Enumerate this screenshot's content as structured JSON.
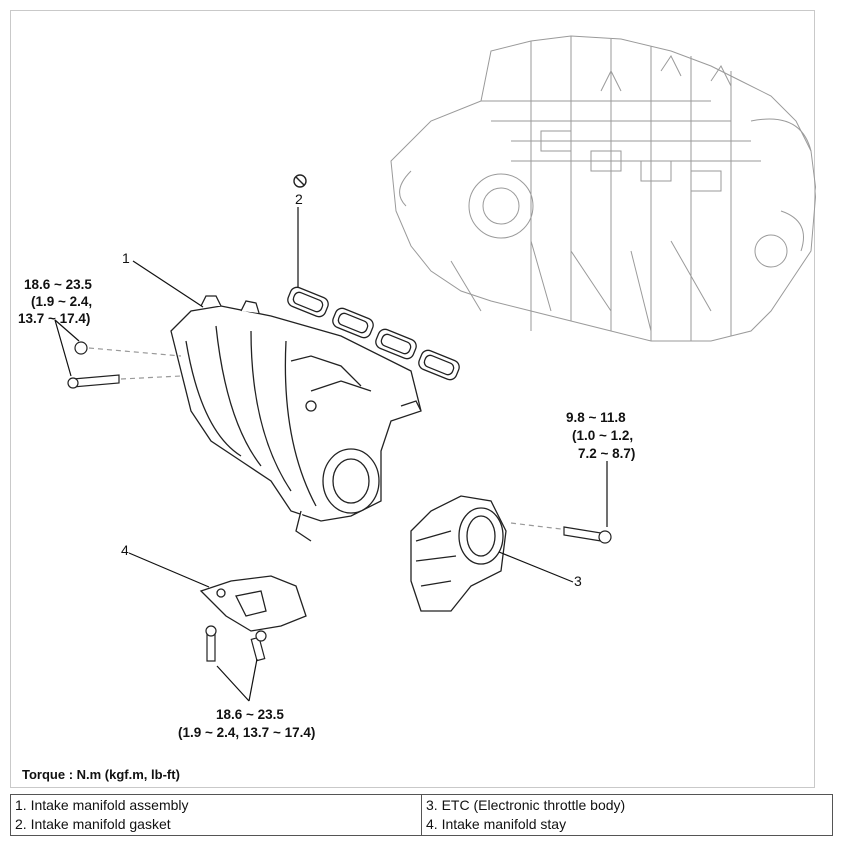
{
  "callouts": {
    "c1": "1",
    "c2": "2",
    "c3": "3",
    "c4": "4"
  },
  "torques": {
    "manifold_nuts": [
      "18.6 ~ 23.5",
      "(1.9 ~ 2.4,",
      "13.7 ~ 17.4)"
    ],
    "etc_bolt": [
      "9.8 ~ 11.8",
      "(1.0 ~ 1.2,",
      "7.2 ~ 8.7)"
    ],
    "stay_bolts": [
      "18.6 ~ 23.5",
      "(1.9 ~ 2.4, 13.7 ~ 17.4)"
    ]
  },
  "torque_unit_note": "Torque : N.m (kgf.m, lb-ft)",
  "legend": {
    "left": [
      "1. Intake manifold assembly",
      "2. Intake manifold gasket"
    ],
    "right": [
      "3. ETC (Electronic throttle body)",
      "4. Intake manifold stay"
    ]
  },
  "icons": {
    "no_reuse_symbol": "circle-slash-icon"
  }
}
